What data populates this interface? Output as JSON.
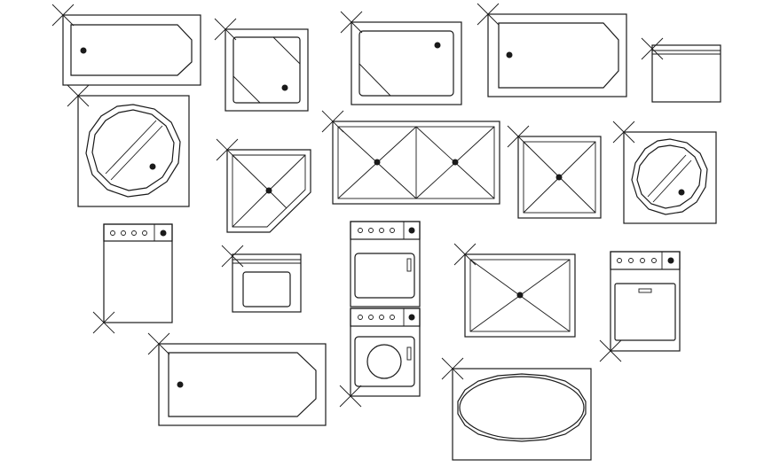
{
  "drawing": {
    "background": "#ffffff",
    "line_color": "#1a1a1a"
  },
  "symbols": [
    {
      "id": "bathtub-1",
      "type": "bathtub"
    },
    {
      "id": "corner-tub-1",
      "type": "corner-tub"
    },
    {
      "id": "bathtub-2",
      "type": "bathtub"
    },
    {
      "id": "bathtub-3",
      "type": "bathtub"
    },
    {
      "id": "counter-unit-1",
      "type": "counter"
    },
    {
      "id": "round-tub-1",
      "type": "round-tub"
    },
    {
      "id": "shower-corner-1",
      "type": "corner-shower"
    },
    {
      "id": "double-shower-1",
      "type": "double-shower"
    },
    {
      "id": "shower-square-1",
      "type": "shower"
    },
    {
      "id": "round-tub-2",
      "type": "round-tub"
    },
    {
      "id": "dishwasher-1",
      "type": "appliance"
    },
    {
      "id": "oven-1",
      "type": "oven"
    },
    {
      "id": "dryer-1",
      "type": "dryer"
    },
    {
      "id": "washer-1",
      "type": "washer"
    },
    {
      "id": "shower-rect-1",
      "type": "shower"
    },
    {
      "id": "range-1",
      "type": "range"
    },
    {
      "id": "bathtub-4",
      "type": "bathtub"
    },
    {
      "id": "oval-tub-1",
      "type": "oval-tub"
    }
  ]
}
